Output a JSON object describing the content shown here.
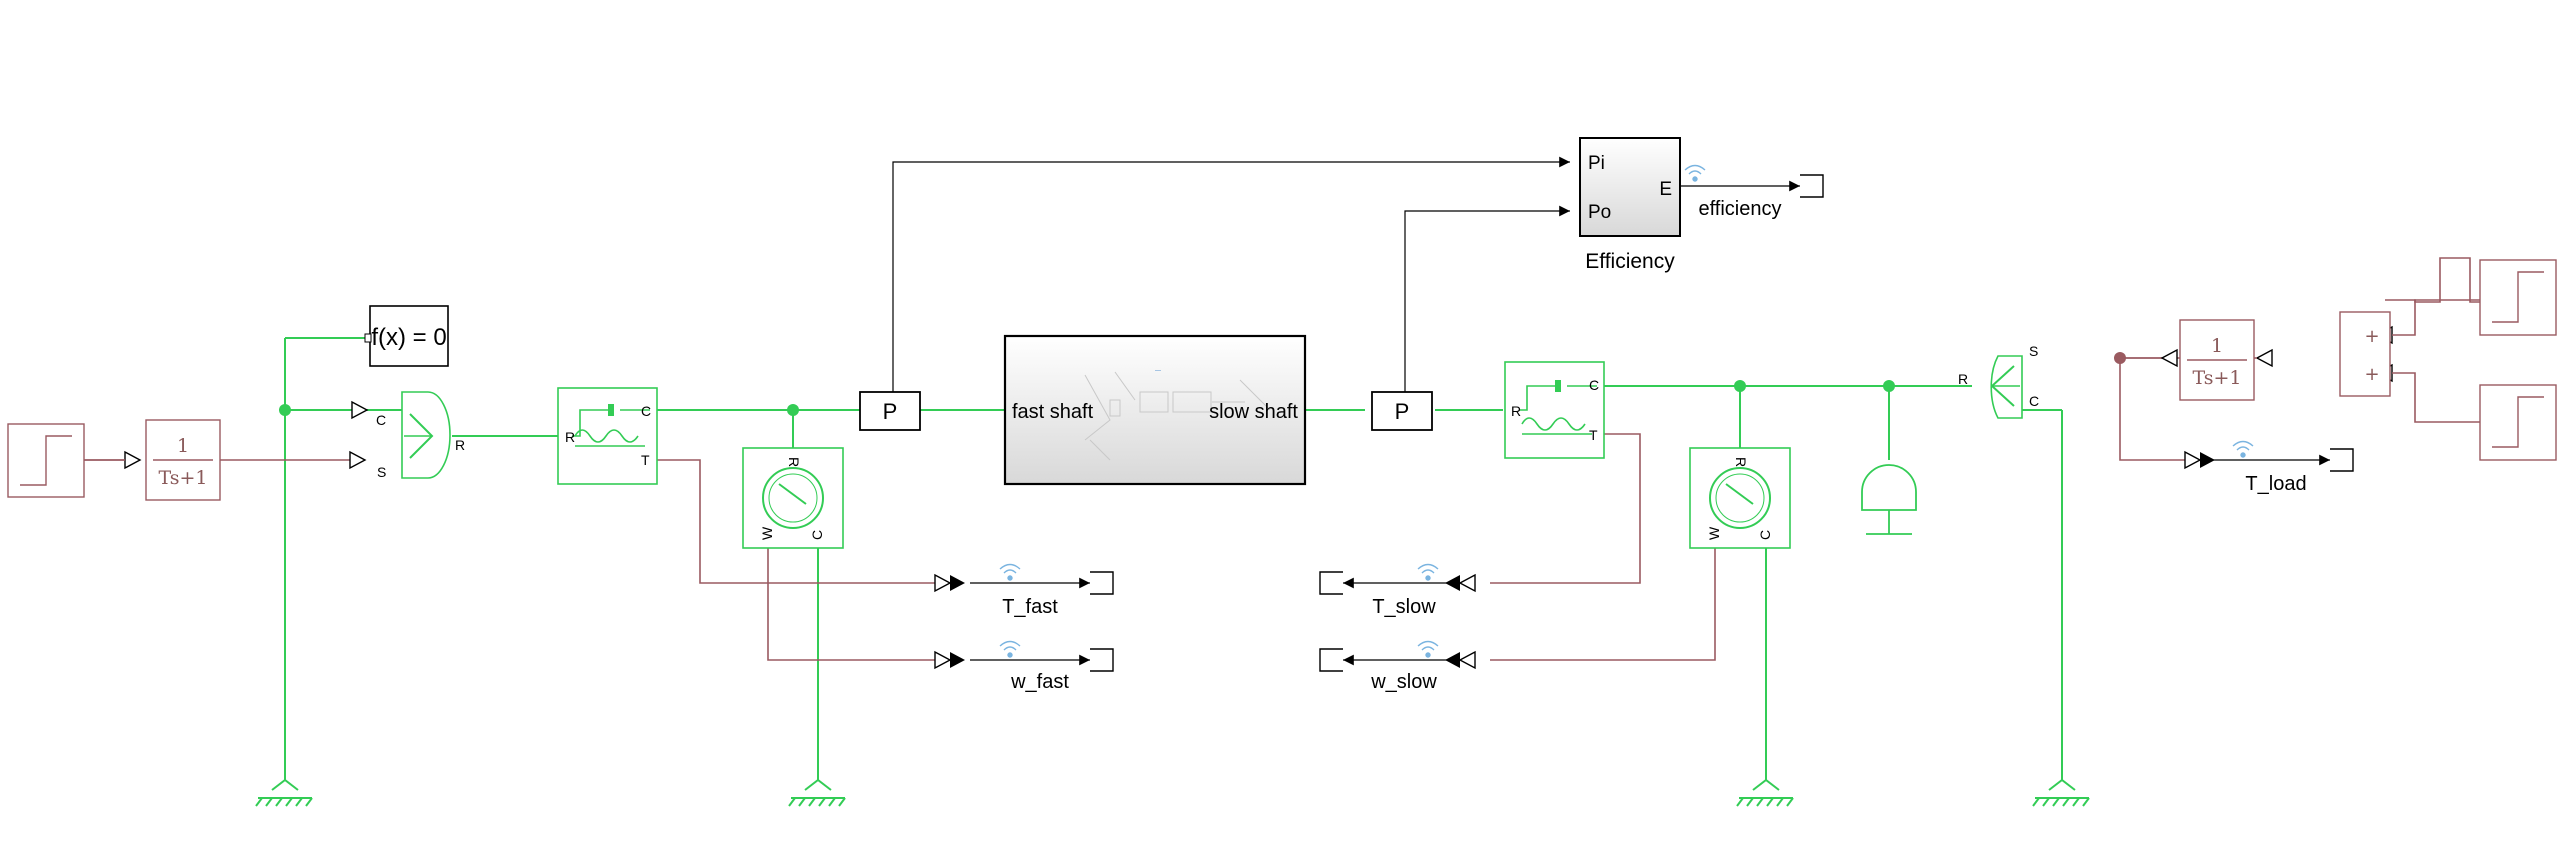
{
  "colors": {
    "mech": "#33cc55",
    "signal": "#9a5a60",
    "black": "#000000",
    "wireless": "#7ab4e0"
  },
  "blocks": {
    "solver": {
      "text": "f(x) = 0"
    },
    "tf_left": {
      "num": "1",
      "den": "Ts+1"
    },
    "tf_right": {
      "num": "1",
      "den": "Ts+1"
    },
    "torque_source": {
      "port_c": "C",
      "port_r": "R",
      "port_s": "S"
    },
    "torque_source_right": {
      "port_s": "S",
      "port_r": "R",
      "port_c": "C"
    },
    "sensor_fast": {
      "port_r": "R",
      "port_c": "C",
      "port_t": "T"
    },
    "sensor_slow": {
      "port_r": "R",
      "port_c": "C",
      "port_t": "T"
    },
    "vel_sensor_fast": {
      "port_r": "R",
      "port_w": "W",
      "port_c": "C"
    },
    "vel_sensor_slow": {
      "port_r": "R",
      "port_w": "W",
      "port_c": "C"
    },
    "power_fast": {
      "text": "P"
    },
    "power_slow": {
      "text": "P"
    },
    "subsystem": {
      "port_in": "fast shaft",
      "port_out": "slow shaft"
    },
    "efficiency": {
      "port_pi": "Pi",
      "port_po": "Po",
      "port_e": "E",
      "name": "Efficiency",
      "out_label": "efficiency"
    },
    "sum": {
      "plus1": "+",
      "plus2": "+"
    }
  },
  "signals": {
    "t_fast": "T_fast",
    "w_fast": "w_fast",
    "t_slow": "T_slow",
    "w_slow": "w_slow",
    "t_load": "T_load"
  }
}
